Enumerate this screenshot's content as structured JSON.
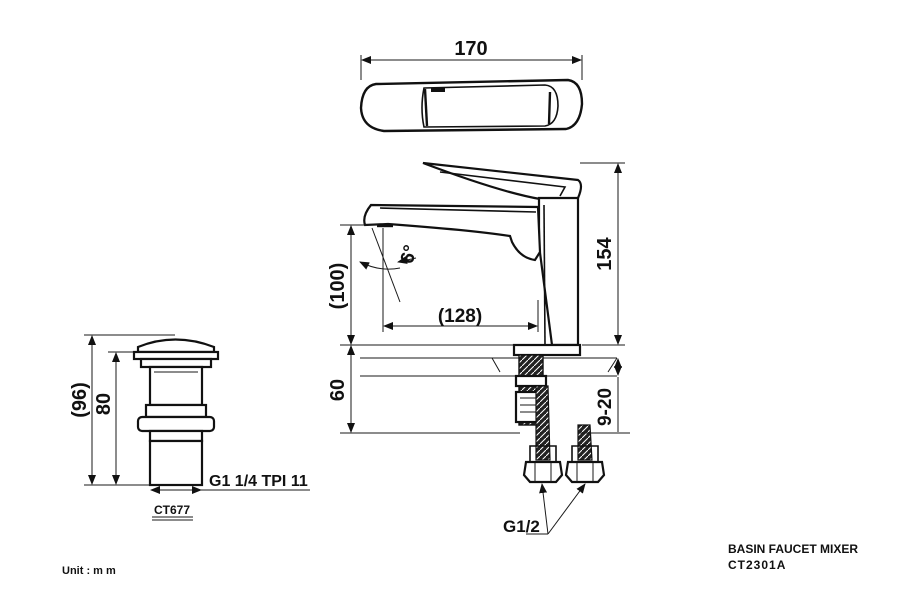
{
  "dimensions": {
    "width_170": "170",
    "height_154": "154",
    "spout_height_100": "(100)",
    "reach_128": "(128)",
    "angle_6": "6°",
    "body_60": "60",
    "deck_9_20": "9-20",
    "drain_96": "(96)",
    "drain_80": "80",
    "drain_thread": "G1 1/4 TPI 11",
    "inlet_thread": "G1/2"
  },
  "labels": {
    "drain_model": "CT677",
    "unit": "Unit : m m",
    "product_name": "BASIN FAUCET MIXER",
    "product_code": "CT2301A"
  }
}
